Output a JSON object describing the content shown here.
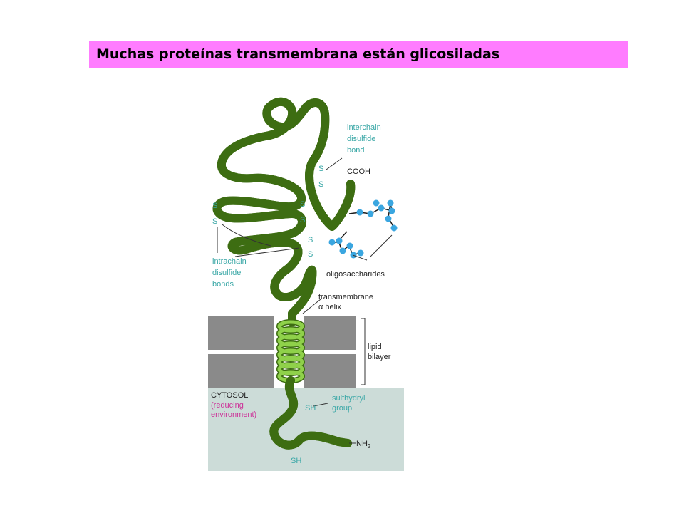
{
  "title": "Muchas proteínas transmembrana están glicosiladas",
  "labels": {
    "interchain_disulfide_bond": [
      "interchain",
      "disulfide",
      "bond"
    ],
    "cooh": "COOH",
    "intrachain_disulfide_bonds": [
      "intrachain",
      "disulfide",
      "bonds"
    ],
    "oligosaccharides": "oligosaccharides",
    "transmembrane_helix": [
      "transmembrane",
      "α helix"
    ],
    "lipid_bilayer": [
      "lipid",
      "bilayer"
    ],
    "cytosol": "CYTOSOL",
    "reducing_environment": [
      "(reducing",
      "environment)"
    ],
    "sh_upper": "SH",
    "sulfhydryl_group": [
      "sulfhydryl",
      "group"
    ],
    "nh2": "NH",
    "nh2_sub": "2",
    "sh_lower": "SH",
    "s": "S"
  },
  "colors": {
    "title_bg": "#ff7cff",
    "protein_fill": "#8fd14a",
    "protein_edge": "#3d6d12",
    "label_teal": "#39a7a6",
    "label_pink": "#cc3399",
    "membrane": "#8a8a8a",
    "cytosol_bg": "#ccdcd8",
    "sugar": "#3aa6e0"
  }
}
